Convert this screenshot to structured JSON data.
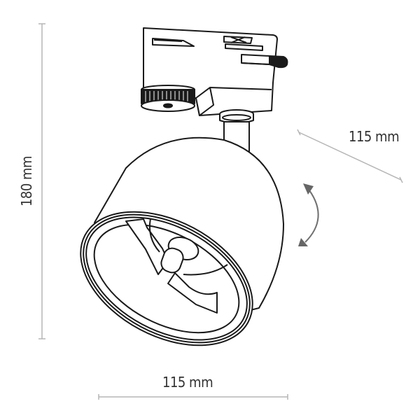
{
  "diagram": {
    "subject": "track spotlight",
    "dimensions": {
      "height": {
        "label": "180 mm",
        "value": 180,
        "unit": "mm"
      },
      "depth": {
        "label": "115 mm",
        "value": 115,
        "unit": "mm"
      },
      "width": {
        "label": "115 mm",
        "value": 115,
        "unit": "mm"
      }
    },
    "annotations": [
      {
        "name": "tilt-rotation-arrow",
        "meaning": "adjustable head tilt"
      }
    ],
    "colors": {
      "line": "#1a1a1a",
      "dimension_line": "#b0b0b0",
      "arrow": "#6e6e6e",
      "text": "#333333",
      "background": "#ffffff"
    }
  }
}
